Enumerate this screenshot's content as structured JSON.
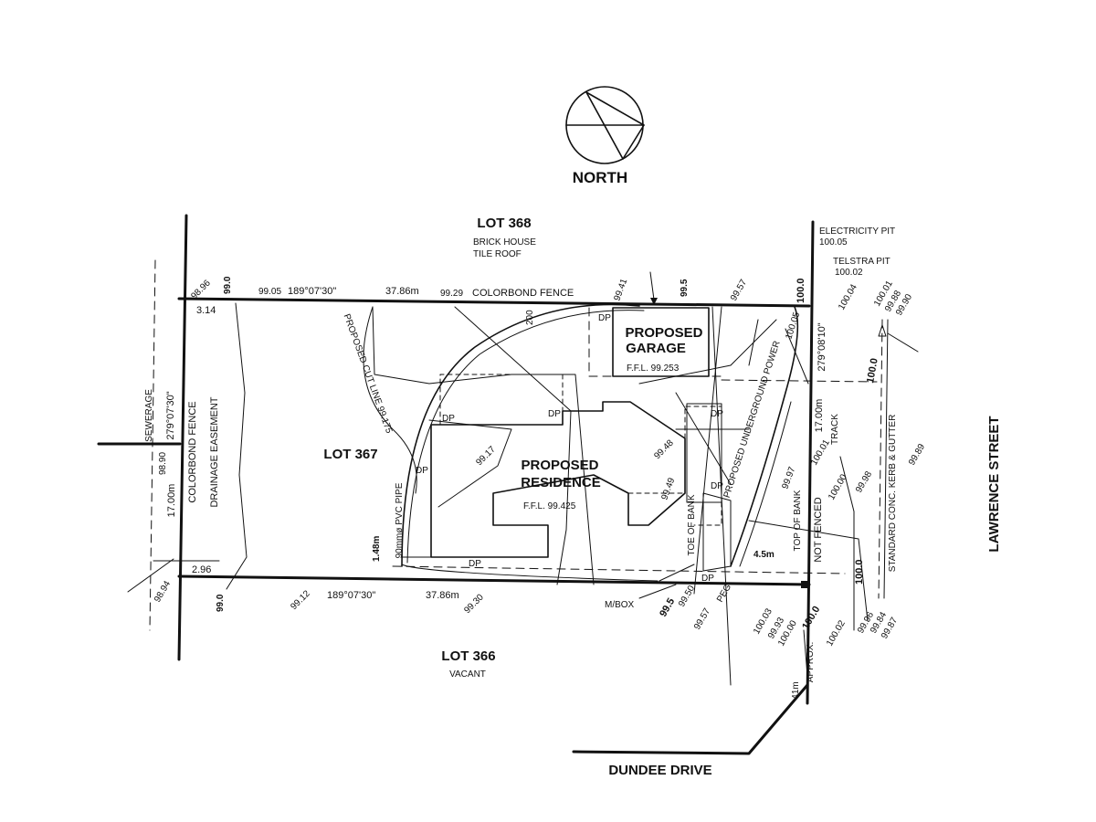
{
  "north_label": "NORTH",
  "lots": {
    "north": {
      "name": "LOT 368",
      "desc1": "BRICK HOUSE",
      "desc2": "TILE ROOF"
    },
    "south": {
      "name": "LOT 366",
      "desc1": "VACANT"
    },
    "site": {
      "name": "LOT 367"
    }
  },
  "streets": {
    "east": "LAWRENCE STREET",
    "south": "DUNDEE DRIVE"
  },
  "buildings": {
    "garage": {
      "line1": "PROPOSED",
      "line2": "GARAGE",
      "ffl": "F.F.L. 99.253"
    },
    "residence": {
      "line1": "PROPOSED",
      "line2": "RESIDENCE",
      "ffl": "F.F.L. 99.425"
    }
  },
  "services": {
    "electricity_pit": "ELECTRICITY PIT",
    "electricity_level": "100.05",
    "telstra_pit": "TELSTRA PIT",
    "telstra_level": "100.02",
    "mbox": "M/BOX",
    "pvc_pipe": "90mmø PVC PIPE",
    "underground_power": "PROPOSED UNDERGROUND POWER",
    "cut_line": "PROPOSED CUT LINE 99.175",
    "sewerage": "SEWERAGE"
  },
  "boundaries": {
    "north_bearing": "189°07'30\"",
    "north_length": "37.86m",
    "south_bearing": "189°07'30\"",
    "south_length": "37.86m",
    "west_bearing": "279°07'30\"",
    "west_length": "17.00m",
    "east_bearing": "279°08'10\"",
    "east_length": "17.00m"
  },
  "fences": {
    "north": "COLORBOND FENCE",
    "west": "COLORBOND FENCE",
    "east": "NOT FENCED",
    "easement": "DRAINAGE EASEMENT"
  },
  "kerb": "STANDARD CONC. KERB & GUTTER",
  "track": "TRACK",
  "bank": {
    "toe": "TOE OF BANK",
    "top": "TOP OF BANK"
  },
  "misc": {
    "dp": "DP",
    "approx": "APPROX.",
    "dist_41": "41m",
    "dist_45": "4.5m",
    "dist_148": "1.48m",
    "dim_314": "3.14",
    "dim_296": "2.96",
    "dim_200": "200",
    "peg": "PEG",
    "x": "×"
  },
  "levels": {
    "l9896": "98.96",
    "l990a": "99.0",
    "l9905": "99.05",
    "l9929": "99.29",
    "l9941": "99.41",
    "l995a": "99.5",
    "l9957a": "99.57",
    "l1000a": "100.0",
    "l1005": "100.05",
    "l10004": "100.04",
    "l10001a": "100.01",
    "l9988": "99.88",
    "l9990": "99.90",
    "l1000b": "100.0",
    "l9917": "99.17",
    "l9948": "99.48",
    "l9949": "99.49",
    "l9997": "99.97",
    "l10001b": "100.01",
    "l10000a": "100.00",
    "l9998": "99.98",
    "l9989": "99.89",
    "l9890": "98.90",
    "l9894": "98.94",
    "l990b": "99.0",
    "l9912": "99.12",
    "l9930": "99.30",
    "l995b": "99.5",
    "l9950": "99.50",
    "l9957b": "99.57",
    "l10003": "100.03",
    "l9993": "99.93",
    "l10000b": "100.00",
    "l1000c": "100.0",
    "l10002": "100.02",
    "l9996": "99.96",
    "l9984": "99.84",
    "l9987": "99.87",
    "l1000d": "100.0"
  }
}
